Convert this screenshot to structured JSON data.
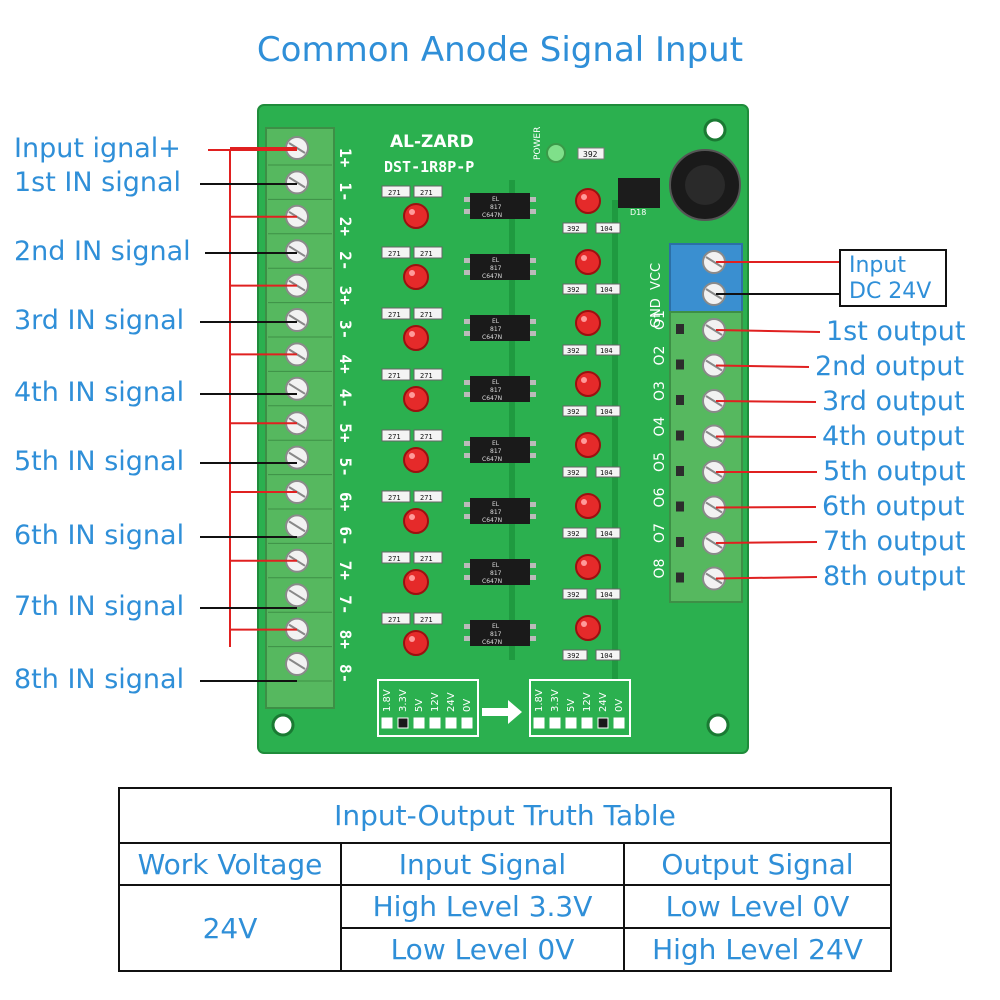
{
  "title": "Common Anode Signal Input",
  "board": {
    "brand": "AL-ZARD",
    "model": "DST-1R8P-P",
    "power_label": "POWER",
    "gnd_label": "GND",
    "vcc_label": "VCC",
    "terminal_labels": [
      "1+",
      "1-",
      "2+",
      "2-",
      "3+",
      "3-",
      "4+",
      "4-",
      "5+",
      "5-",
      "6+",
      "6-",
      "7+",
      "7-",
      "8+",
      "8-"
    ],
    "output_pins": [
      "O1",
      "O2",
      "O3",
      "O4",
      "O5",
      "O6",
      "O7",
      "O8"
    ],
    "voltage_options": [
      "1.8V",
      "3.3V",
      "5V",
      "12V",
      "24V",
      "0V"
    ],
    "resistor_code_a": "271",
    "resistor_code_b": "392",
    "resistor_code_c": "104",
    "optocoupler_text": [
      "EL",
      "817",
      "C647N"
    ],
    "diode_label": "D18",
    "colors": {
      "pcb": "#2bb04f",
      "terminal": "#56b85f",
      "dc_terminal": "#3a8fd0",
      "led": "#e52a2a",
      "accent": "#2f8fd8",
      "pointer": "#e02020"
    }
  },
  "input_labels": [
    "Input ignal+",
    "1st IN signal",
    "2nd IN signal",
    "3rd IN signal",
    "4th IN signal",
    "5th IN signal",
    "6th IN signal",
    "7th IN signal",
    "8th IN signal"
  ],
  "dc_input": {
    "line1": "Input",
    "line2": "DC 24V"
  },
  "output_labels": [
    "1st output",
    "2nd output",
    "3rd output",
    "4th output",
    "5th output",
    "6th output",
    "7th output",
    "8th output"
  ],
  "truth_table": {
    "title": "Input-Output Truth Table",
    "headers": [
      "Work Voltage",
      "Input Signal",
      "Output Signal"
    ],
    "voltage": "24V",
    "rows": [
      {
        "input": "High Level 3.3V",
        "output": "Low Level 0V"
      },
      {
        "input": "Low Level 0V",
        "output": "High Level 24V"
      }
    ]
  }
}
